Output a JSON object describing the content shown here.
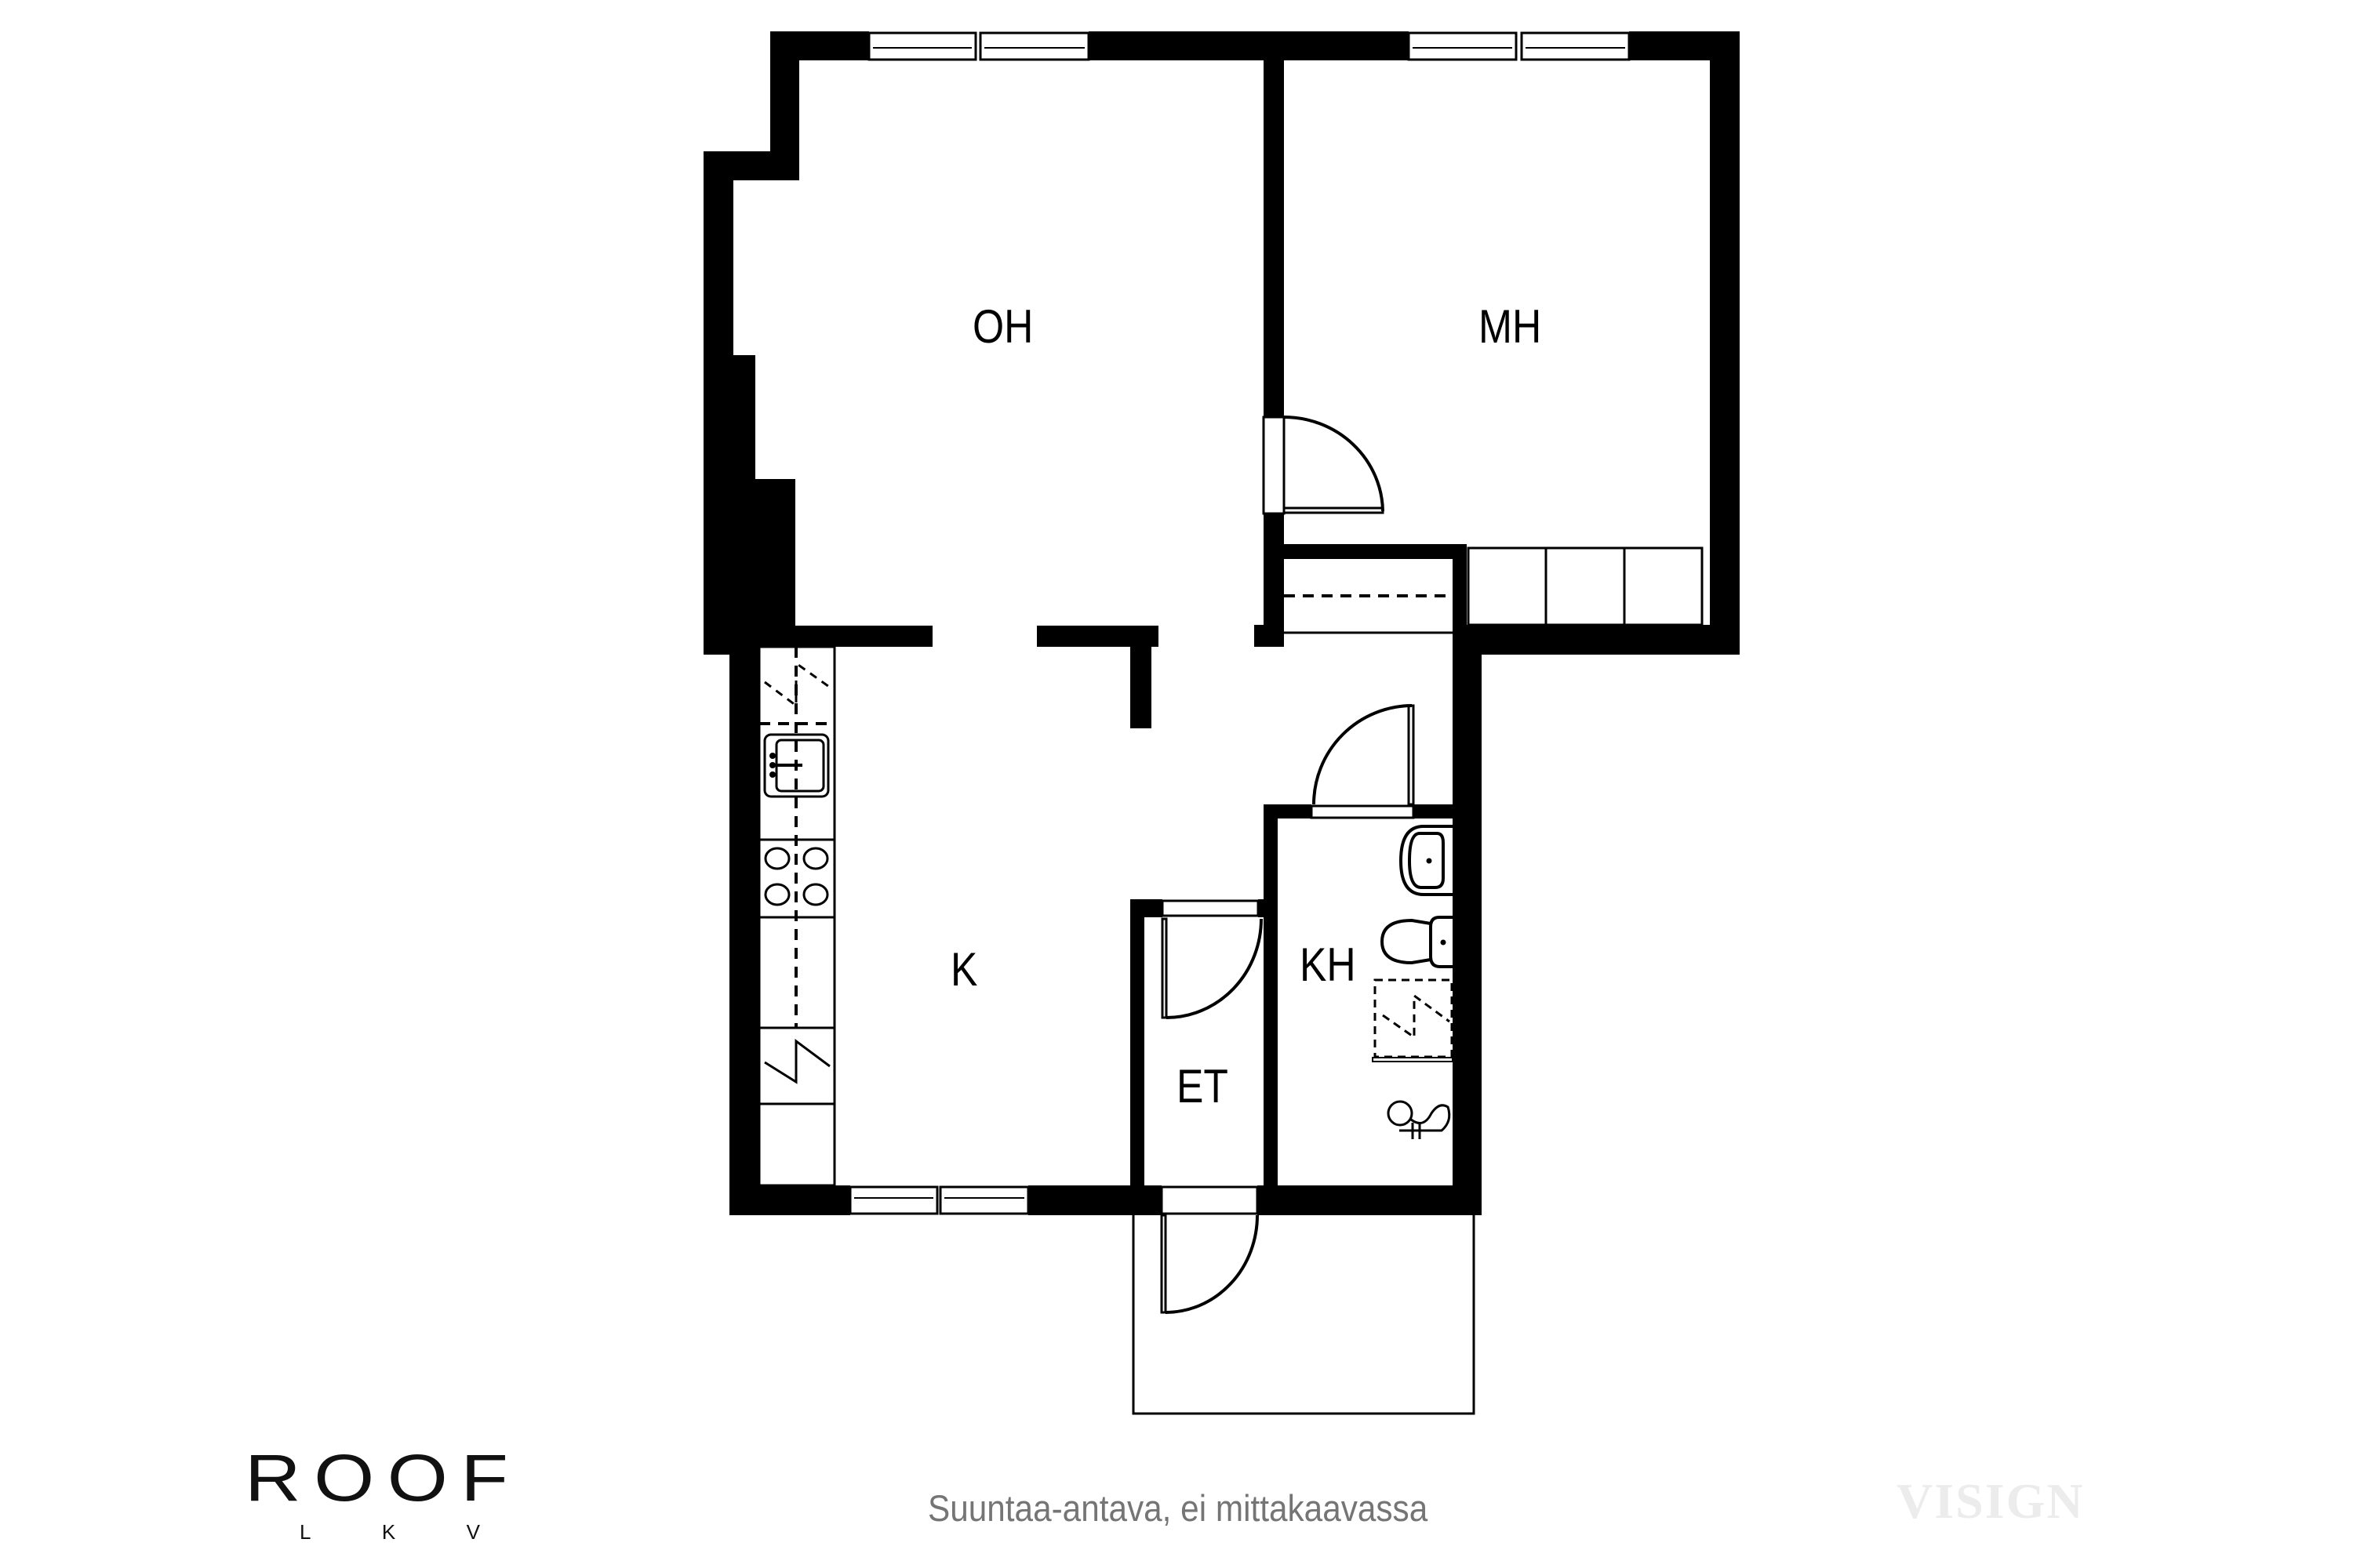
{
  "floorplan": {
    "rooms": [
      {
        "id": "oh",
        "label": "OH",
        "meaning": "living room"
      },
      {
        "id": "mh",
        "label": "MH",
        "meaning": "bedroom"
      },
      {
        "id": "k",
        "label": "K",
        "meaning": "kitchen"
      },
      {
        "id": "kh",
        "label": "KH",
        "meaning": "bathroom"
      },
      {
        "id": "et",
        "label": "ET",
        "meaning": "entrance hall"
      }
    ],
    "colors": {
      "wall": "#000000",
      "background": "#ffffff",
      "disclaimer": "#757575",
      "watermark": "#ececec"
    }
  },
  "branding": {
    "logo_main": "ROOF",
    "logo_sub": [
      "L",
      "K",
      "V"
    ],
    "watermark": "VISIGN"
  },
  "footer": {
    "disclaimer": "Suuntaa-antava, ei mittakaavassa"
  }
}
